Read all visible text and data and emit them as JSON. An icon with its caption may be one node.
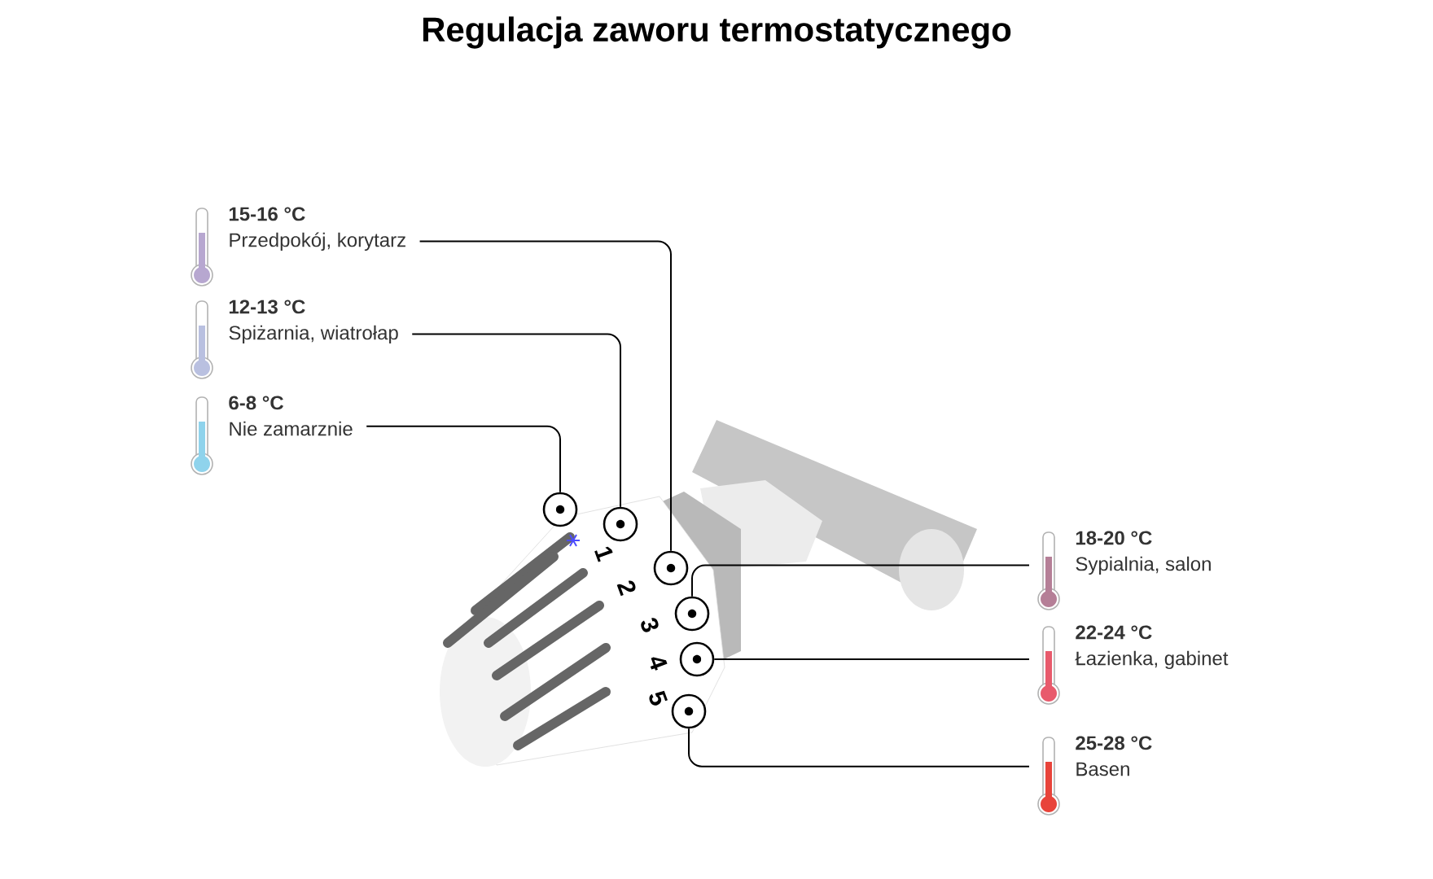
{
  "diagram": {
    "title": "Regulacja zaworu termostatycznego",
    "nodes": [
      {
        "text": [
          "15-16 °C",
          "Przedpokój, korytarz"
        ]
      },
      {
        "text": [
          "12-13 °C",
          "Spiżarnia, wiatrołap"
        ]
      },
      {
        "text": [
          "6-8 °C",
          "Nie zamarznie"
        ]
      },
      {
        "text": [
          "18-20 °C",
          "Sypialnia, salon"
        ]
      },
      {
        "text": [
          "22-24 °C",
          "Łazienka, gabinet"
        ]
      },
      {
        "text": [
          "25-28 °C",
          "Basen"
        ]
      },
      {
        "text": [],
        "shape": "circle"
      },
      {
        "text": [],
        "shape": "circle"
      },
      {
        "text": [],
        "shape": "circle"
      },
      {
        "text": [],
        "shape": "circle"
      },
      {
        "text": [],
        "shape": "circle"
      },
      {
        "text": [],
        "shape": "circle"
      }
    ],
    "edges": [
      {
        "from": 0,
        "to": 8,
        "arrow": "none"
      },
      {
        "from": 1,
        "to": 7,
        "arrow": "none"
      },
      {
        "from": 2,
        "to": 6,
        "arrow": "none"
      },
      {
        "from": 3,
        "to": 9,
        "arrow": "none"
      },
      {
        "from": 4,
        "to": 10,
        "arrow": "none"
      },
      {
        "from": 5,
        "to": 11,
        "arrow": "none"
      }
    ],
    "labels": [
      "1",
      "2",
      "3",
      "4",
      "5"
    ]
  }
}
